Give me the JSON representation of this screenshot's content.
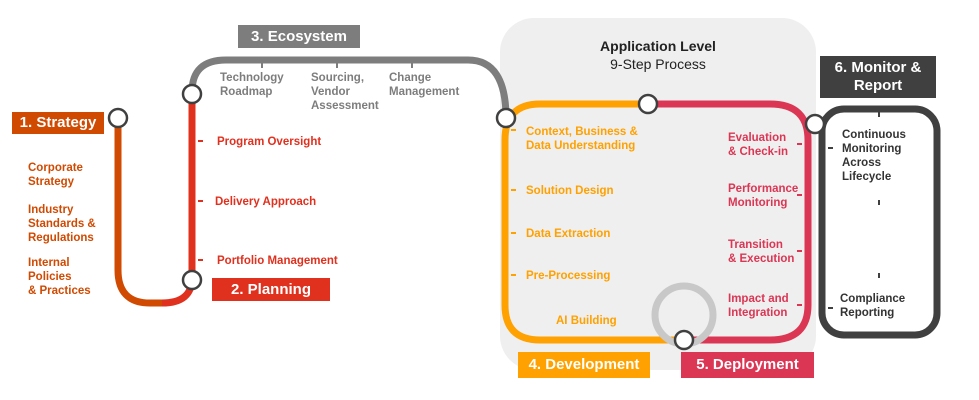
{
  "colors": {
    "strategy": "#D04A02",
    "planning": "#E0301E",
    "ecosystem": "#7D7D7D",
    "development": "#FFA100",
    "deployment": "#DB3654",
    "monitor": "#404040",
    "panel": "#EFEFEF",
    "loop": "#C8C8C8"
  },
  "stages": {
    "strategy": {
      "label": "1. Strategy",
      "items": [
        "Corporate\nStrategy",
        "Industry\nStandards &\nRegulations",
        "Internal\nPolicies\n& Practices"
      ]
    },
    "planning": {
      "label": "2. Planning",
      "items": [
        "Program Oversight",
        "Delivery Approach",
        "Portfolio Management"
      ]
    },
    "ecosystem": {
      "label": "3. Ecosystem",
      "items": [
        "Technology\nRoadmap",
        "Sourcing,\nVendor\nAssessment",
        "Change\nManagement"
      ]
    },
    "development": {
      "label": "4. Development",
      "items": [
        "Context, Business &\nData Understanding",
        "Solution Design",
        "Data Extraction",
        "Pre-Processing",
        "AI  Building"
      ]
    },
    "deployment": {
      "label": "5. Deployment",
      "items": [
        "Evaluation\n& Check-in",
        "Performance\nMonitoring",
        "Transition\n& Execution",
        "Impact and\nIntegration"
      ]
    },
    "monitor": {
      "label": "6.  Monitor &\nReport",
      "items": [
        "Continuous\nMonitoring\nAcross\nLifecycle",
        "Compliance\nReporting"
      ]
    }
  },
  "application_level": {
    "title": "Application Level",
    "subtitle": "9-Step Process"
  }
}
